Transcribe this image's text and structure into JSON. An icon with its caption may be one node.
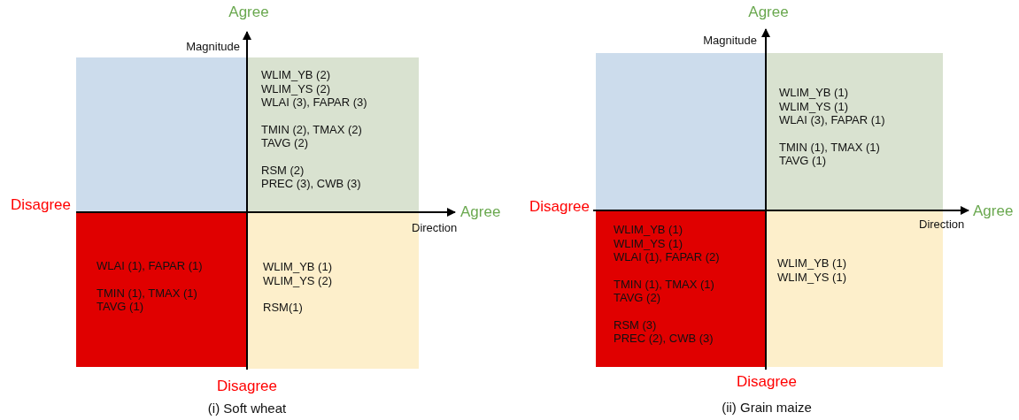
{
  "diagram": {
    "nodes": [
      {
        "text": [],
        "shape": "box"
      },
      {
        "text": [
          "WLIM_YB (2)",
          "WLIM_YS (2)",
          "WLAI (3), FAPAR (3)",
          "TMIN (2), TMAX (2)",
          "TAVG (2)",
          "RSM (2)",
          "PREC (3), CWB (3)"
        ]
      },
      {
        "text": [
          "WLAI (1), FAPAR (1)",
          "TMIN (1), TMAX (1)",
          "TAVG (1)"
        ]
      },
      {
        "text": [
          "WLIM_YB (1)",
          "WLIM_YS (2)",
          "RSM(1)"
        ]
      },
      {
        "text": [],
        "shape": "box"
      },
      {
        "text": [
          "WLIM_YB (1)",
          "WLIM_YS (1)",
          "WLAI (3), FAPAR (1)",
          "TMIN (1), TMAX (1)",
          "TAVG (1)"
        ]
      },
      {
        "text": [
          "WLIM_YB (1)",
          "WLIM_YS (1)",
          "WLAI (1), FAPAR (2)",
          "TMIN (1), TMAX (1)",
          "TAVG (2)",
          "RSM (3)",
          "PREC (2), CWB (3)"
        ]
      },
      {
        "text": [
          "WLIM_YB (1)",
          "WLIM_YS (1)"
        ]
      }
    ],
    "edges": [],
    "labels": [
      "Agree",
      "Magnitude",
      "Disagree",
      "Agree",
      "Direction",
      "Disagree",
      "(i) Soft wheat",
      "Agree",
      "Magnitude",
      "Disagree",
      "Agree",
      "Direction",
      "Disagree",
      "(ii) Grain maize"
    ]
  }
}
